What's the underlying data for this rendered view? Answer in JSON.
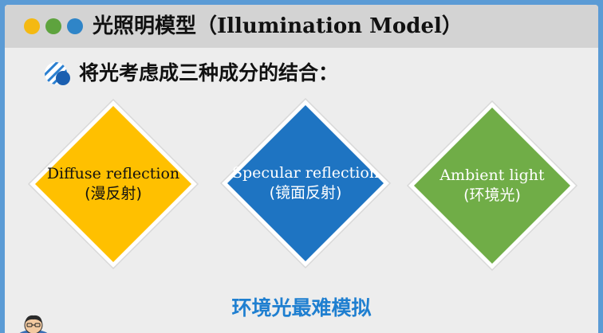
{
  "slide": {
    "title": "光照明模型（Illumination Model）",
    "window_dots": [
      "#f4b912",
      "#5ea33e",
      "#2f85c8"
    ],
    "bullet_icon": "striped-circle-icon",
    "subtitle": "将光考虑成三种成分的结合：",
    "components": [
      {
        "name": "diffuse",
        "en": "Diffuse reflection",
        "zh": "(漫反射)",
        "fill": "#ffc000",
        "text_color": "#111111"
      },
      {
        "name": "specular",
        "en": "Specular reflection",
        "zh": "(镜面反射)",
        "fill": "#1e74c2",
        "text_color": "#ffffff"
      },
      {
        "name": "ambient",
        "en": "Ambient light",
        "zh": "(环境光)",
        "fill": "#70ad47",
        "text_color": "#ffffff"
      }
    ],
    "footer": "环境光最难模拟",
    "footer_color": "#1f7fd0",
    "avatar_icon": "cartoon-avatar-icon"
  }
}
